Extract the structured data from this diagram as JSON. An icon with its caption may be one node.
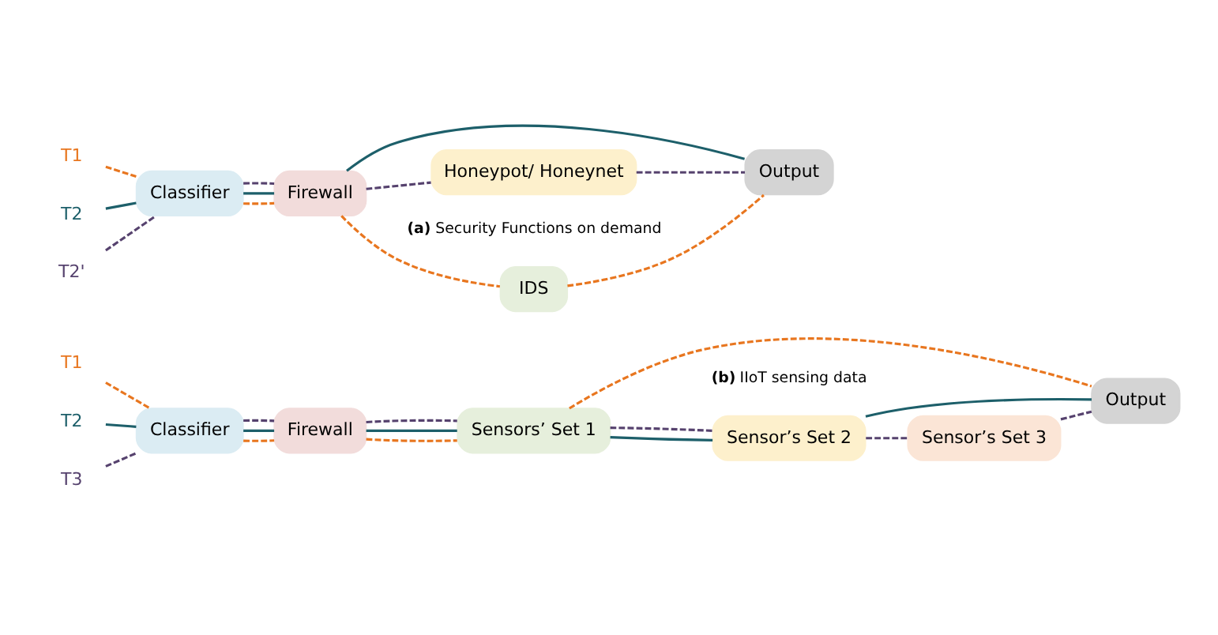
{
  "diagram": {
    "nodes": [
      {
        "text": [
          "Firewall"
        ]
      },
      {
        "text": [
          "IDS"
        ]
      },
      {
        "text": [
          "Honeypot/ Honeynet"
        ]
      },
      {
        "text": [
          "T1"
        ]
      },
      {
        "text": [
          "T2"
        ]
      },
      {
        "text": [
          "T2'"
        ]
      },
      {
        "text": [
          "Classifier"
        ]
      },
      {
        "text": [
          "Output"
        ]
      },
      {
        "text": [
          "Firewall"
        ]
      },
      {
        "text": [
          "Sensors’ Set 1"
        ]
      },
      {
        "text": [
          "Sensor’s Set 2"
        ]
      },
      {
        "text": [
          "Sensor’s Set 3"
        ]
      },
      {
        "text": [
          "T1"
        ]
      },
      {
        "text": [
          "T2"
        ]
      },
      {
        "text": [
          "T3"
        ]
      },
      {
        "text": [
          "Classifier"
        ]
      },
      {
        "text": [
          "Output"
        ]
      }
    ],
    "edges": [
      {
        "from": 3,
        "to": 6,
        "arrow": "none",
        "style": "dashed",
        "color": "#e8761f"
      },
      {
        "from": 4,
        "to": 6,
        "arrow": "none",
        "color": "#1d5f6a"
      },
      {
        "from": 5,
        "to": 6,
        "arrow": "none",
        "style": "dashed",
        "color": "#56426e"
      },
      {
        "from": 6,
        "to": 0,
        "arrow": "none",
        "style": "dashed",
        "color": "#e8761f"
      },
      {
        "from": 0,
        "to": 1,
        "arrow": "none",
        "style": "dashed",
        "color": "#e8761f"
      },
      {
        "from": 1,
        "to": 7,
        "arrow": "none",
        "style": "dashed",
        "color": "#e8761f"
      },
      {
        "from": 6,
        "to": 0,
        "arrow": "none",
        "color": "#1d5f6a"
      },
      {
        "from": 0,
        "to": 7,
        "arrow": "none",
        "color": "#1d5f6a"
      },
      {
        "from": 6,
        "to": 0,
        "arrow": "none",
        "style": "dashed",
        "color": "#56426e"
      },
      {
        "from": 0,
        "to": 2,
        "arrow": "none",
        "style": "dashed",
        "color": "#56426e"
      },
      {
        "from": 2,
        "to": 7,
        "arrow": "none",
        "style": "dashed",
        "color": "#56426e"
      },
      {
        "from": 12,
        "to": 15,
        "arrow": "none",
        "style": "dashed",
        "color": "#e8761f"
      },
      {
        "from": 13,
        "to": 15,
        "arrow": "none",
        "color": "#1d5f6a"
      },
      {
        "from": 14,
        "to": 15,
        "arrow": "none",
        "style": "dashed",
        "color": "#56426e"
      },
      {
        "from": 15,
        "to": 8,
        "arrow": "none",
        "style": "dashed",
        "color": "#e8761f"
      },
      {
        "from": 8,
        "to": 9,
        "arrow": "none",
        "style": "dashed",
        "color": "#e8761f"
      },
      {
        "from": 9,
        "to": 16,
        "arrow": "none",
        "style": "dashed",
        "color": "#e8761f"
      },
      {
        "from": 15,
        "to": 8,
        "arrow": "none",
        "color": "#1d5f6a"
      },
      {
        "from": 8,
        "to": 9,
        "arrow": "none",
        "color": "#1d5f6a"
      },
      {
        "from": 9,
        "to": 10,
        "arrow": "none",
        "color": "#1d5f6a"
      },
      {
        "from": 10,
        "to": 16,
        "arrow": "none",
        "color": "#1d5f6a"
      },
      {
        "from": 15,
        "to": 8,
        "arrow": "none",
        "style": "dashed",
        "color": "#56426e"
      },
      {
        "from": 8,
        "to": 9,
        "arrow": "none",
        "style": "dashed",
        "color": "#56426e"
      },
      {
        "from": 9,
        "to": 10,
        "arrow": "none",
        "style": "dashed",
        "color": "#56426e"
      },
      {
        "from": 10,
        "to": 11,
        "arrow": "none",
        "style": "dashed",
        "color": "#56426e"
      },
      {
        "from": 11,
        "to": 16,
        "arrow": "none",
        "style": "dashed",
        "color": "#56426e"
      }
    ],
    "labels": [
      "**(a)** Security Functions on demand",
      "**(b)** IIoT sensing data"
    ]
  }
}
